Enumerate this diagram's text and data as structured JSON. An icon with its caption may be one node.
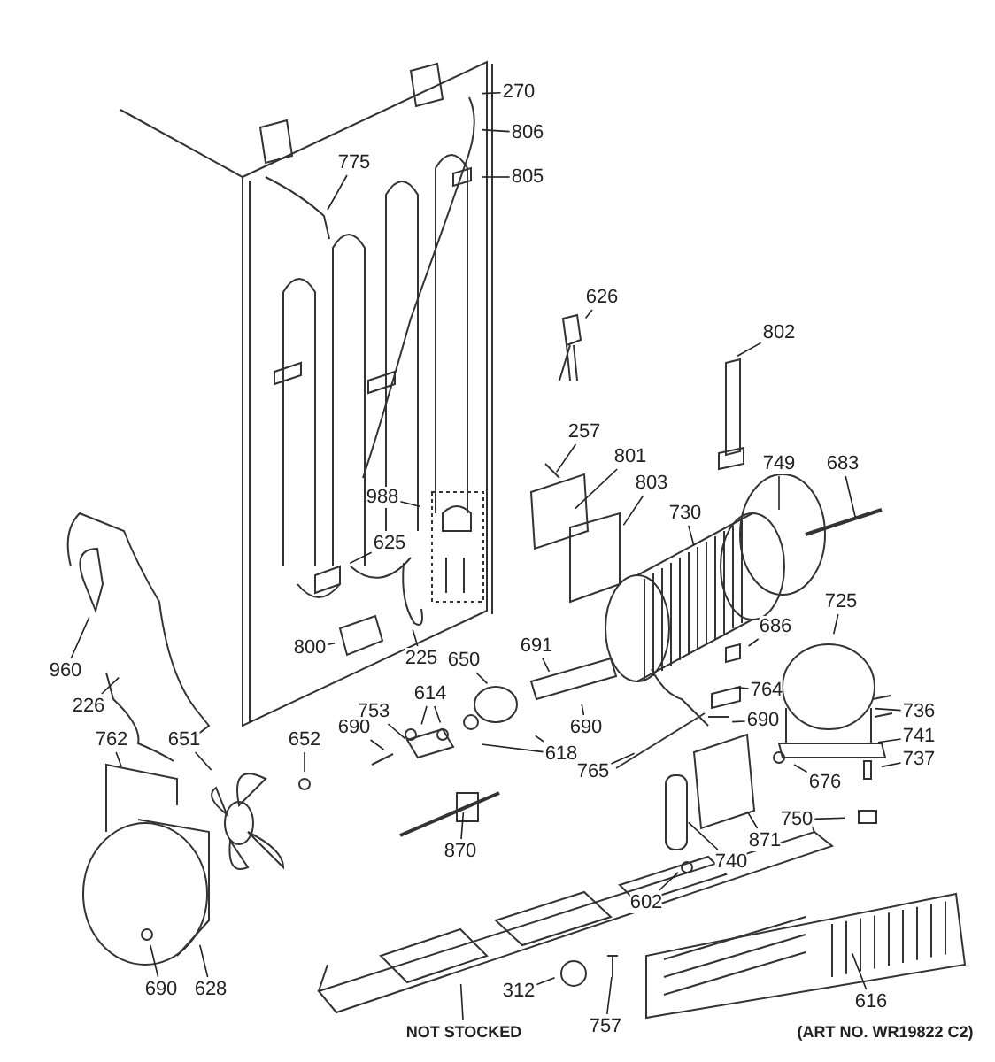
{
  "diagram": {
    "nodes": [
      {
        "text": [
          "270"
        ]
      },
      {
        "text": [
          "806"
        ]
      },
      {
        "text": [
          "805"
        ]
      },
      {
        "text": [
          "775"
        ]
      },
      {
        "text": [
          "626"
        ]
      },
      {
        "text": [
          "802"
        ]
      },
      {
        "text": [
          "257"
        ]
      },
      {
        "text": [
          "801"
        ]
      },
      {
        "text": [
          "803"
        ]
      },
      {
        "text": [
          "730"
        ]
      },
      {
        "text": [
          "749"
        ]
      },
      {
        "text": [
          "683"
        ]
      },
      {
        "text": [
          "988"
        ]
      },
      {
        "text": [
          "625"
        ]
      },
      {
        "text": [
          "725"
        ]
      },
      {
        "text": [
          "960"
        ]
      },
      {
        "text": [
          "800"
        ]
      },
      {
        "text": [
          "225"
        ]
      },
      {
        "text": [
          "650"
        ]
      },
      {
        "text": [
          "691"
        ]
      },
      {
        "text": [
          "686"
        ]
      },
      {
        "text": [
          "226"
        ]
      },
      {
        "text": [
          "614"
        ]
      },
      {
        "text": [
          "764"
        ]
      },
      {
        "text": [
          "753"
        ]
      },
      {
        "text": [
          "690"
        ]
      },
      {
        "text": [
          "690"
        ]
      },
      {
        "text": [
          "690"
        ]
      },
      {
        "text": [
          "618"
        ]
      },
      {
        "text": [
          "736"
        ]
      },
      {
        "text": [
          "741"
        ]
      },
      {
        "text": [
          "737"
        ]
      },
      {
        "text": [
          "762"
        ]
      },
      {
        "text": [
          "651"
        ]
      },
      {
        "text": [
          "652"
        ]
      },
      {
        "text": [
          "765"
        ]
      },
      {
        "text": [
          "676"
        ]
      },
      {
        "text": [
          "750"
        ]
      },
      {
        "text": [
          "871"
        ]
      },
      {
        "text": [
          "870"
        ]
      },
      {
        "text": [
          "740"
        ]
      },
      {
        "text": [
          "602"
        ]
      },
      {
        "text": [
          "690"
        ]
      },
      {
        "text": [
          "628"
        ]
      },
      {
        "text": [
          "NOT STOCKED"
        ]
      },
      {
        "text": [
          "616"
        ]
      },
      {
        "text": [
          "312"
        ]
      },
      {
        "text": [
          "757"
        ]
      }
    ],
    "edges": [
      {
        "from": 0,
        "to": null,
        "arrow": "none"
      },
      {
        "from": 1,
        "to": null,
        "arrow": "none"
      },
      {
        "from": 2,
        "to": null,
        "arrow": "none"
      },
      {
        "from": 3,
        "to": null,
        "arrow": "none"
      },
      {
        "from": 4,
        "to": null,
        "arrow": "none"
      },
      {
        "from": 5,
        "to": null,
        "arrow": "none"
      },
      {
        "from": 6,
        "to": null,
        "arrow": "none"
      },
      {
        "from": 7,
        "to": null,
        "arrow": "none"
      },
      {
        "from": 8,
        "to": null,
        "arrow": "none"
      },
      {
        "from": 9,
        "to": null,
        "arrow": "none"
      },
      {
        "from": 10,
        "to": null,
        "arrow": "none"
      },
      {
        "from": 11,
        "to": null,
        "arrow": "none"
      },
      {
        "from": 12,
        "to": null,
        "arrow": "none"
      },
      {
        "from": 13,
        "to": null,
        "arrow": "none"
      },
      {
        "from": 14,
        "to": null,
        "arrow": "none"
      },
      {
        "from": 15,
        "to": null,
        "arrow": "none"
      },
      {
        "from": 16,
        "to": null,
        "arrow": "none"
      },
      {
        "from": 17,
        "to": null,
        "arrow": "none"
      },
      {
        "from": 18,
        "to": null,
        "arrow": "none"
      },
      {
        "from": 19,
        "to": null,
        "arrow": "none"
      },
      {
        "from": 20,
        "to": null,
        "arrow": "none"
      },
      {
        "from": 21,
        "to": null,
        "arrow": "none"
      },
      {
        "from": 22,
        "to": null,
        "arrow": "none"
      },
      {
        "from": 22,
        "to": null,
        "arrow": "none"
      },
      {
        "from": 23,
        "to": null,
        "arrow": "none"
      },
      {
        "from": 24,
        "to": null,
        "arrow": "none"
      },
      {
        "from": 25,
        "to": null,
        "arrow": "none"
      },
      {
        "from": 26,
        "to": null,
        "arrow": "none"
      },
      {
        "from": 27,
        "to": null,
        "arrow": "none"
      },
      {
        "from": 28,
        "to": null,
        "arrow": "none"
      },
      {
        "from": 28,
        "to": null,
        "arrow": "none"
      },
      {
        "from": 29,
        "to": null,
        "arrow": "none"
      },
      {
        "from": 30,
        "to": null,
        "arrow": "none"
      },
      {
        "from": 31,
        "to": null,
        "arrow": "none"
      },
      {
        "from": 32,
        "to": null,
        "arrow": "none"
      },
      {
        "from": 33,
        "to": null,
        "arrow": "none"
      },
      {
        "from": 34,
        "to": null,
        "arrow": "none"
      },
      {
        "from": 35,
        "to": null,
        "arrow": "none"
      },
      {
        "from": 36,
        "to": null,
        "arrow": "none"
      },
      {
        "from": 37,
        "to": null,
        "arrow": "none"
      },
      {
        "from": 38,
        "to": null,
        "arrow": "none"
      },
      {
        "from": 39,
        "to": null,
        "arrow": "none"
      },
      {
        "from": 40,
        "to": null,
        "arrow": "none"
      },
      {
        "from": 41,
        "to": null,
        "arrow": "none"
      },
      {
        "from": 42,
        "to": null,
        "arrow": "none"
      },
      {
        "from": 43,
        "to": null,
        "arrow": "none"
      },
      {
        "from": 44,
        "to": null,
        "arrow": "none"
      },
      {
        "from": 45,
        "to": null,
        "arrow": "none"
      },
      {
        "from": 46,
        "to": null,
        "arrow": "none"
      },
      {
        "from": 47,
        "to": null,
        "arrow": "none"
      }
    ],
    "labels": [
      "(ART NO. WR19822 C2)"
    ]
  }
}
